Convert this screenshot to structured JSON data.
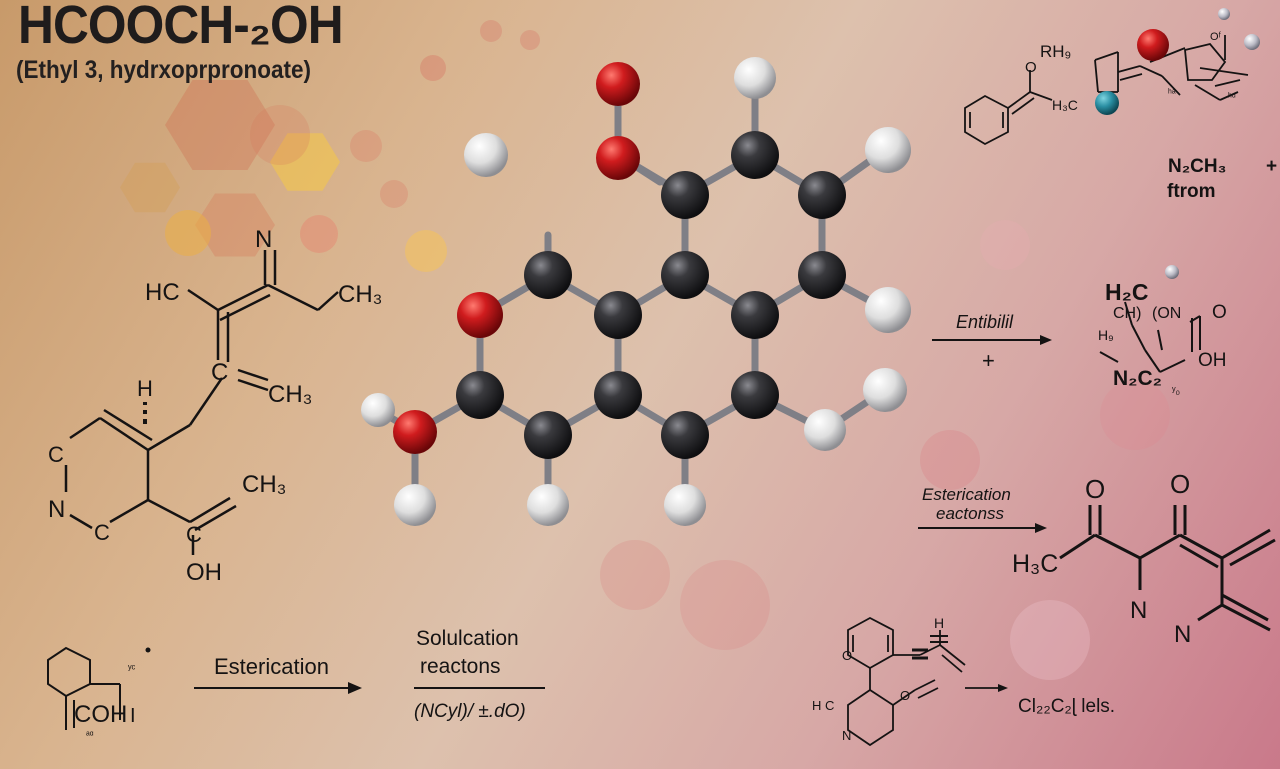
{
  "header": {
    "title": "HCOOCH-₂OH",
    "subtitle": "(Ethyl 3, hydrxoprpronoate)"
  },
  "left_structure": {
    "labels": [
      "N",
      "HC",
      "CH₃",
      "H",
      "C",
      "CH₃",
      "C",
      "N",
      "C",
      "CH₃",
      "C",
      "OH"
    ]
  },
  "bottom_left": {
    "fragment_labels": [
      "ʸᶜ",
      "COH",
      "I",
      "ᵃᵅ"
    ],
    "reaction_label": "Esterication"
  },
  "bottom_center": {
    "line1": "Solulcation",
    "line2": "reactons",
    "formula": "(NCyl)/ ±.dO)"
  },
  "top_right": {
    "labels": [
      "RH₉",
      "O",
      "H₃C",
      "Oᶠ",
      "ʰᵃ",
      "ʰᵅ"
    ],
    "formula": "N₂CH₃",
    "from_text": "ftrom",
    "plus": "+"
  },
  "middle_right": {
    "arrow_label": "Entibilil",
    "plus": "+",
    "labels": [
      "H₂C",
      "CH)",
      "(ON",
      "O",
      "H₉",
      "OH",
      "N₂C₂",
      "ʸ₀"
    ]
  },
  "lower_right": {
    "arrow_label_line1": "Esterication",
    "arrow_label_line2": "eactonss",
    "labels": [
      "O",
      "O",
      "H₃C",
      "N",
      "N"
    ]
  },
  "bottom_right": {
    "labels": [
      "O",
      "H",
      "H C",
      "O",
      "N"
    ],
    "product": "Cl₂₂C₂ɭ lels."
  },
  "colors": {
    "carbon": "#2a2a2c",
    "oxygen": "#c81a1c",
    "hydrogen": "#dcdcdc",
    "bond": "#7f7f86",
    "ink": "#151313"
  },
  "icons": [
    "molecule-3d-model-icon",
    "reaction-arrow-icon"
  ]
}
